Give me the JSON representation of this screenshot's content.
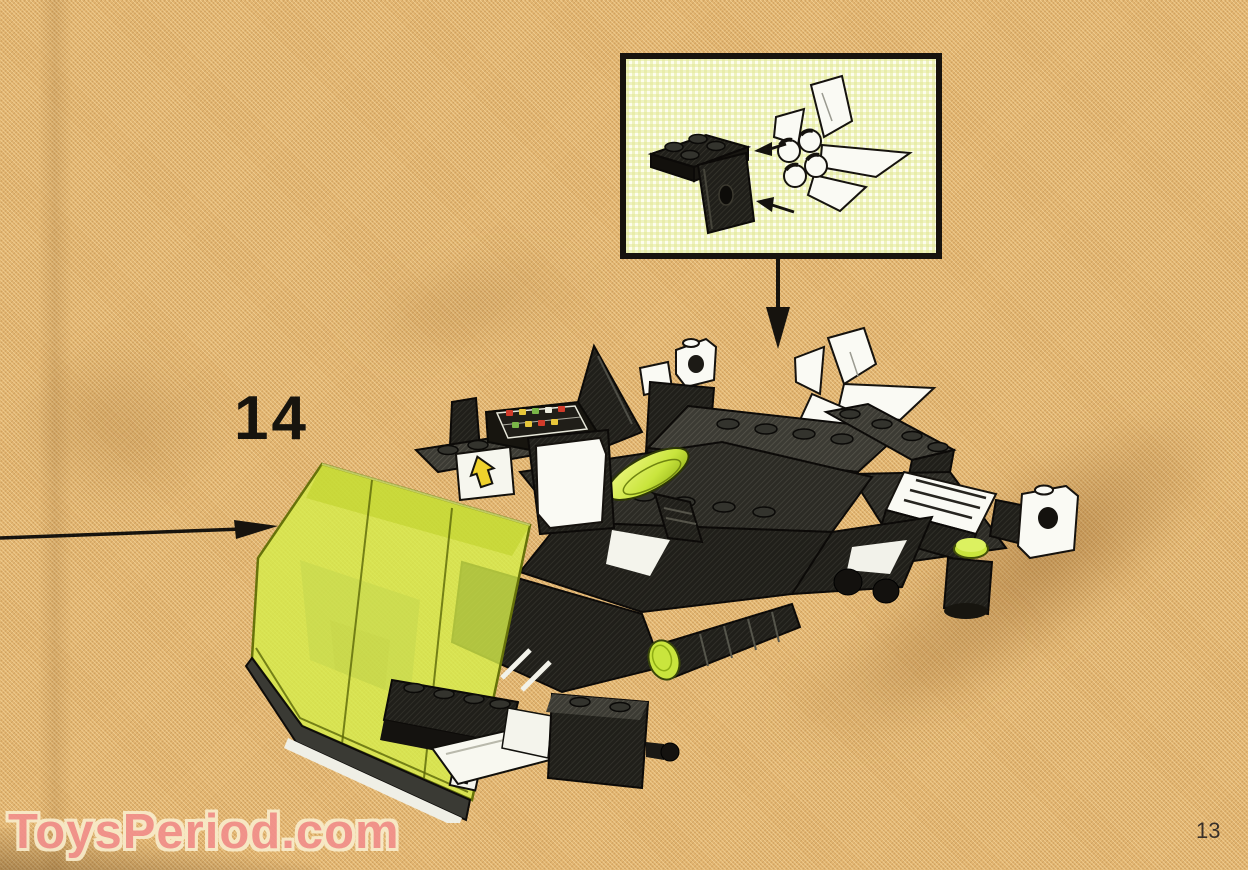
{
  "page": {
    "step_number": "14",
    "page_number": "13",
    "watermark_text": "ToysPeriod.com"
  },
  "colors": {
    "page_background": "#e2b46f",
    "ink": "#17140e",
    "callout_background": "#fdfdee",
    "callout_border": "#17130e",
    "canopy_green": "#d6ee4a",
    "brick_black": "#201f1a",
    "accent_white": "#fafaf4",
    "dish_green": "#c9e53d",
    "watermark_pink": "#f2908c",
    "watermark_outline": "#f9eccb",
    "page_number_color": "#39302a"
  },
  "callout": {
    "part_icons": [
      "black-bracket-2x2-plate-icon",
      "white-quad-fin-engine-icon"
    ],
    "arrow_icons": [
      "insert-arrow-upper",
      "insert-arrow-lower"
    ]
  },
  "annotations": {
    "step_arrow_icon": "arrow-right-to-model",
    "callout_arrow_icon": "arrow-down-to-model"
  }
}
